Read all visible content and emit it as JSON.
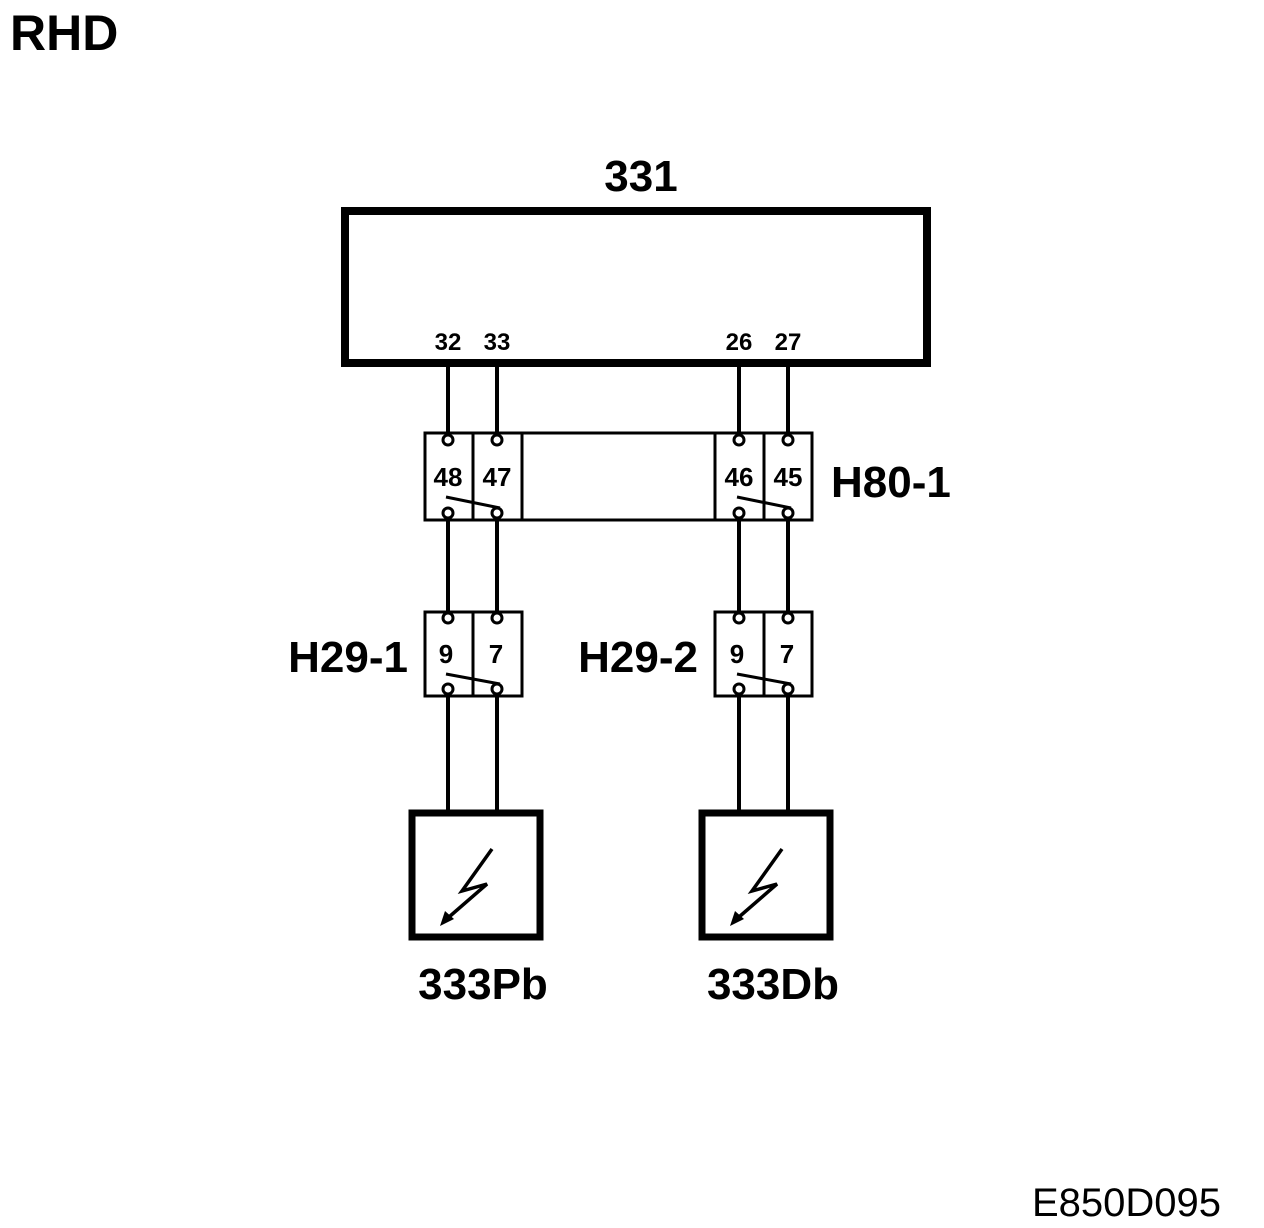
{
  "corner_label": "RHD",
  "diagram_id": "E850D095",
  "module": {
    "label": "331",
    "pins": [
      "32",
      "33",
      "26",
      "27"
    ]
  },
  "connector_h80": {
    "label": "H80-1",
    "pins": [
      "48",
      "47",
      "46",
      "45"
    ]
  },
  "connector_h29_1": {
    "label": "H29-1",
    "pins": [
      "9",
      "7"
    ]
  },
  "connector_h29_2": {
    "label": "H29-2",
    "pins": [
      "9",
      "7"
    ]
  },
  "sensor_left": {
    "label": "333Pb"
  },
  "sensor_right": {
    "label": "333Db"
  }
}
